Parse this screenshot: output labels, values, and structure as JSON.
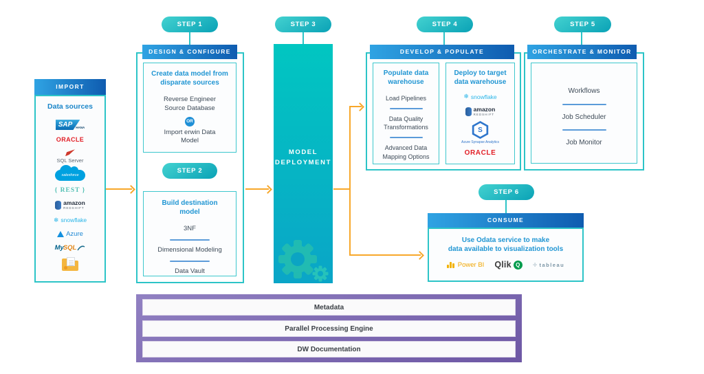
{
  "import": {
    "header": "IMPORT",
    "title": "Data sources",
    "sap": "SAP",
    "sap_sub": "HANA",
    "oracle": "ORACLE",
    "sqlserver": "SQL Server",
    "salesforce": "salesforce",
    "rest": "{ REST }",
    "amazon": "amazon",
    "redshift": "REDSHIFT",
    "snowflake": "snowflake",
    "azure": "Azure",
    "mysql_my": "My",
    "mysql_sql": "SQL"
  },
  "pills": {
    "s1": "STEP 1",
    "s2": "STEP 2",
    "s3": "STEP 3",
    "s4": "STEP 4",
    "s5": "STEP 5",
    "s6": "STEP 6"
  },
  "design": {
    "header": "DESIGN & CONFIGURE",
    "create_title": "Create data model from disparate sources",
    "reverse_engineer": "Reverse Engineer Source Database",
    "or_label": "OR",
    "import_erwin": "Import erwin Data Model",
    "build_title": "Build destination model",
    "items": [
      "3NF",
      "Dimensional Modeling",
      "Data Vault"
    ]
  },
  "deployment": {
    "title": "MODEL DEPLOYMENT"
  },
  "develop": {
    "header": "DEVELOP & POPULATE",
    "populate_title": "Populate data warehouse",
    "items": [
      "Load Pipelines",
      "Data Quality Transformations",
      "Advanced Data Mapping Options"
    ],
    "deploy_title": "Deploy to target data warehouse",
    "snowflake": "snowflake",
    "amazon": "amazon",
    "redshift": "REDSHIFT",
    "synapse_s": "S",
    "synapse": "Azure Synapse Analytics",
    "oracle": "ORACLE"
  },
  "orchestrate": {
    "header": "ORCHESTRATE & MONITOR",
    "items": [
      "Workflows",
      "Job Scheduler",
      "Job Monitor"
    ]
  },
  "consume": {
    "header": "CONSUME",
    "title_1": "Use Odata service to make",
    "title_2": "data available to visualization tools",
    "powerbi": "Power BI",
    "qlik": "Qlik",
    "qlik_q": "Q",
    "tableau": "tableau"
  },
  "platform": {
    "rows": [
      "Metadata",
      "Parallel Processing Engine",
      "DW Documentation"
    ]
  },
  "icons": {
    "snowflake_glyph": "❄",
    "tableau_glyph": "✛"
  },
  "colors": {
    "teal_border": "#2cc4c7",
    "header_blue_start": "#2fa3e3",
    "header_blue_end": "#0f5cb0",
    "accent_blue": "#2196d3",
    "flow_orange": "#f7a72a",
    "platform_purple": "#6d57a4"
  }
}
